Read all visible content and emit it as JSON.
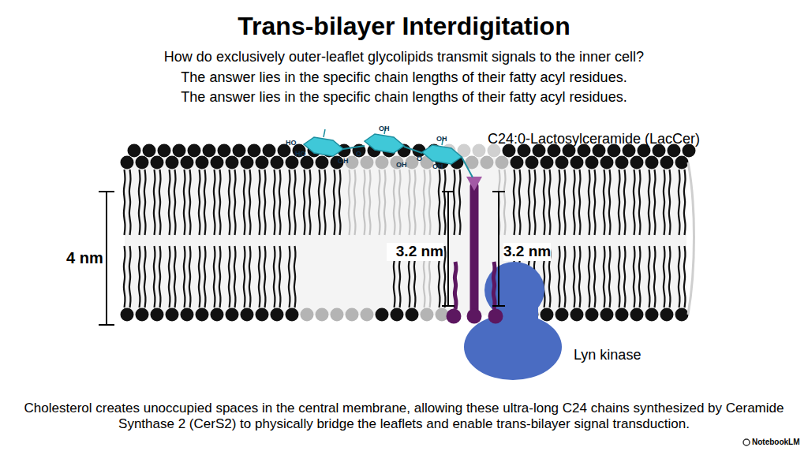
{
  "diagram": {
    "title": "Trans-bilayer Interdigitation",
    "caption": "Cholesterol creates unoccupied spaces in the central membrane, allowing these ultra-long C24 chains synthesized by Ceramide Synthase 2 (CerS2) to physically bridge the leaflets and enable trans-bilayer signal transduction.",
    "nodes": [
      {
        "text": [
          "Lyn kinase"
        ]
      }
    ],
    "labels": [
      "How do exclusively outer-leaflet glycolipids transmit signals to the inner cell?",
      "The answer lies in the specific chain lengths of their fatty acyl residues.",
      "The answer lies in the specific chain lengths of their fatty acyl residues.",
      "C24:0-Lactosylceramide (LacCer)",
      "4 nm",
      "3.2 nm",
      "3.2 nm",
      "HO",
      "HO",
      "OH",
      "O",
      "OH",
      "OH",
      "O",
      "OH",
      "OH",
      "NotebookLM"
    ]
  }
}
